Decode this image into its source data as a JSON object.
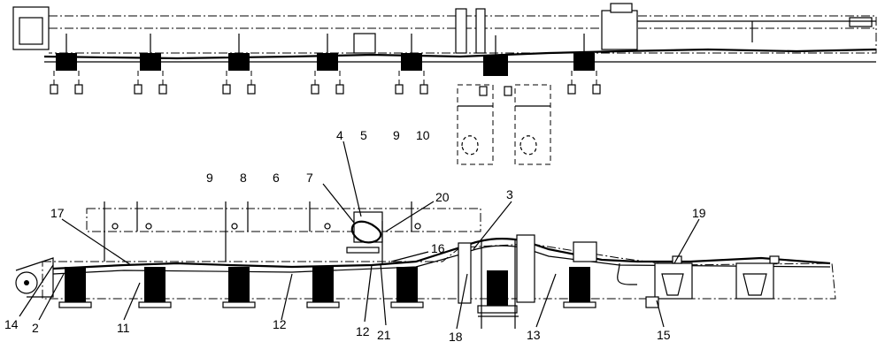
{
  "callouts": {
    "c4": "4",
    "c5": "5",
    "c9_top": "9",
    "c10": "10",
    "c9_left": "9",
    "c8": "8",
    "c6": "6",
    "c7": "7",
    "c20": "20",
    "c3": "3",
    "c17": "17",
    "c19": "19",
    "c16": "16",
    "c14": "14",
    "c2": "2",
    "c11": "11",
    "c12_a": "12",
    "c12_b": "12",
    "c21": "21",
    "c18": "18",
    "c13": "13",
    "c15": "15"
  }
}
